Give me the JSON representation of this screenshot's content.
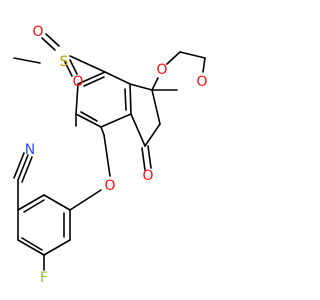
{
  "colors": {
    "bond": "#000000",
    "carbon": "#000000",
    "oxygen": "#ff0d0d",
    "nitrogen": "#3050f8",
    "sulfur": "#b8a200",
    "fluorine": "#8fbf3f"
  },
  "atoms": {
    "sulfonyl_o_left": "O",
    "sulfonyl_s": "S",
    "sulfonyl_o_bottom": "O",
    "dioxolane_o_left": "O",
    "dioxolane_o_right": "O",
    "ketone_o": "O",
    "ether_o": "O",
    "nitrile_n": "N",
    "fluorine_f": "F"
  }
}
